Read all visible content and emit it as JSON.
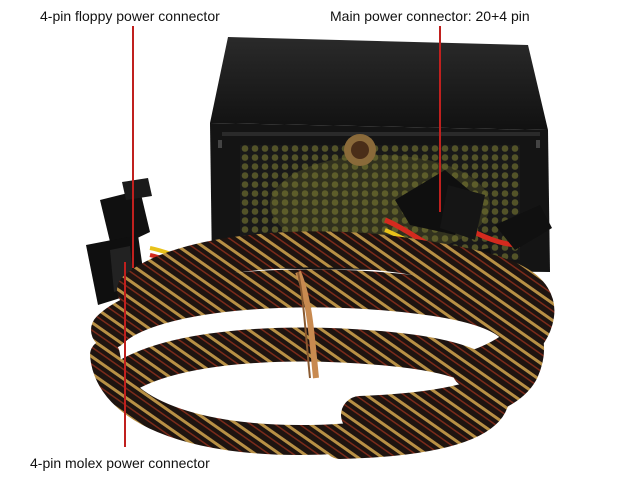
{
  "labels": {
    "floppy": "4-pin floppy power connector",
    "main": "Main power connector: 20+4 pin",
    "molex": "4-pin molex power connector"
  },
  "colors": {
    "leader_line": "#c0201e",
    "psu_body": "#151515",
    "sleeve_dark": "#1e1410",
    "sleeve_gold": "#b89045",
    "connector_plastic": "#0f0f0f",
    "wire_red": "#d42a1e",
    "wire_yellow": "#e8c21a",
    "fan_yellow": "#c8b830"
  }
}
